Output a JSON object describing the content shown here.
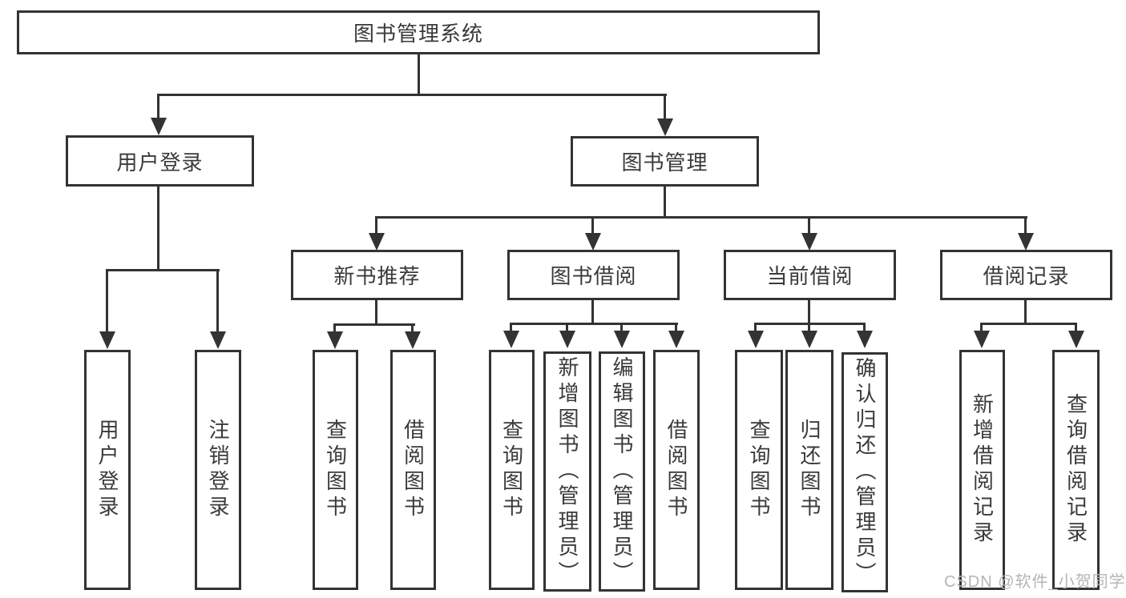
{
  "diagram": {
    "nodes": {
      "root": "图书管理系统",
      "userLogin": "用户登录",
      "bookManagement": "图书管理",
      "newBookRecommend": "新书推荐",
      "bookBorrow": "图书借阅",
      "currentBorrow": "当前借阅",
      "borrowRecord": "借阅记录",
      "leafUserLogin": "用户登录",
      "leafLogout": "注销登录",
      "leafRecommendQuery": "查询图书",
      "leafRecommendBorrow": "借阅图书",
      "leafBorrowQuery": "查询图书",
      "leafBorrowAdd": "新增图书（管理员）",
      "leafBorrowEdit": "编辑图书（管理员）",
      "leafBorrowBorrow": "借阅图书",
      "leafCurrentQuery": "查询图书",
      "leafCurrentReturn": "归还图书",
      "leafCurrentConfirm": "确认归还（管理员）",
      "leafRecordAdd": "新增借阅记录",
      "leafRecordQuery": "查询借阅记录"
    },
    "watermark": "CSDN @软件_小贺同学",
    "colors": {
      "line": "#333333",
      "text": "#3a3a3a",
      "watermark": "#b5b5b5",
      "background": "#ffffff"
    }
  }
}
